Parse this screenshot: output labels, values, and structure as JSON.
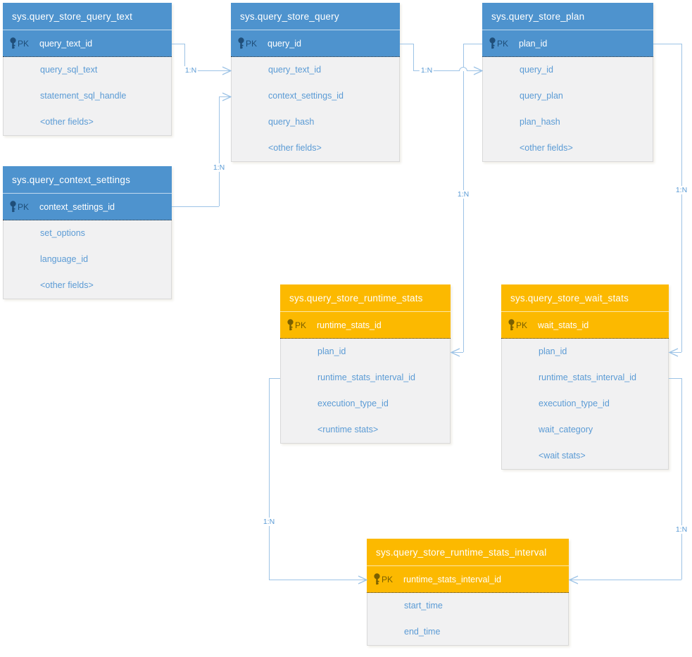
{
  "colors": {
    "canvas-bg": "#ffffff",
    "blue-header": "#4e93ce",
    "gold-header": "#fcb900",
    "field-text": "#5b9bd5",
    "label-text": "#5b9bd5",
    "connector-line": "#9dc3e6",
    "body-bg": "#f1f1f2",
    "pk-icon-blue": "#1f4e79",
    "pk-icon-gold": "#7a6000"
  },
  "tables": [
    {
      "title": "sys.query_store_query_text",
      "pk_label": "PK",
      "pk_field": "query_text_id",
      "fields": [
        "query_sql_text",
        "statement_sql_handle",
        "<other fields>"
      ]
    },
    {
      "title": "sys.query_store_query",
      "pk_label": "PK",
      "pk_field": "query_id",
      "fields": [
        "query_text_id",
        "context_settings_id",
        "query_hash",
        "<other fields>"
      ]
    },
    {
      "title": "sys.query_store_plan",
      "pk_label": "PK",
      "pk_field": "plan_id",
      "fields": [
        "query_id",
        "query_plan",
        "plan_hash",
        "<other fields>"
      ]
    },
    {
      "title": "sys.query_context_settings",
      "pk_label": "PK",
      "pk_field": "context_settings_id",
      "fields": [
        "set_options",
        "language_id",
        "<other fields>"
      ]
    },
    {
      "title": "sys.query_store_runtime_stats",
      "pk_label": "PK",
      "pk_field": "runtime_stats_id",
      "fields": [
        "plan_id",
        "runtime_stats_interval_id",
        "execution_type_id",
        "<runtime stats>"
      ]
    },
    {
      "title": "sys.query_store_wait_stats",
      "pk_label": "PK",
      "pk_field": "wait_stats_id",
      "fields": [
        "plan_id",
        "runtime_stats_interval_id",
        "execution_type_id",
        "wait_category",
        "<wait stats>"
      ]
    },
    {
      "title": "sys.query_store_runtime_stats_interval",
      "pk_label": "PK",
      "pk_field": "runtime_stats_interval_id",
      "fields": [
        "start_time",
        "end_time"
      ]
    }
  ],
  "connectors": [
    {
      "label": "1:N",
      "from": "sys.query_store_query_text.query_text_id",
      "to": "sys.query_store_query.query_text_id"
    },
    {
      "label": "1:N",
      "from": "sys.query_context_settings.context_settings_id",
      "to": "sys.query_store_query.context_settings_id"
    },
    {
      "label": "1:N",
      "from": "sys.query_store_query.query_id",
      "to": "sys.query_store_plan.query_id"
    },
    {
      "label": "1:N",
      "from": "sys.query_store_plan.plan_id",
      "to": "sys.query_store_runtime_stats.plan_id"
    },
    {
      "label": "1:N",
      "from": "sys.query_store_plan.plan_id",
      "to": "sys.query_store_wait_stats.plan_id"
    },
    {
      "label": "1:N",
      "from": "sys.query_store_runtime_stats.runtime_stats_interval_id",
      "to": "sys.query_store_runtime_stats_interval.runtime_stats_interval_id"
    },
    {
      "label": "1:N",
      "from": "sys.query_store_wait_stats.runtime_stats_interval_id",
      "to": "sys.query_store_runtime_stats_interval.runtime_stats_interval_id"
    }
  ]
}
